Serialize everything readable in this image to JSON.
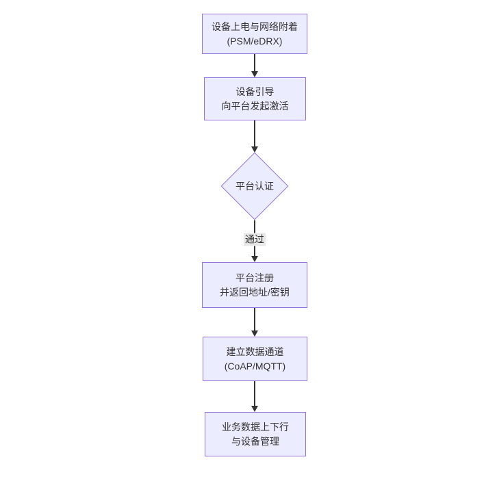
{
  "diagram": {
    "type": "flowchart-vertical",
    "nodes": [
      {
        "id": "power-network-attach",
        "lines": [
          "设备上电与网络附着",
          "(PSM/eDRX)"
        ]
      },
      {
        "id": "bootstrap-activate",
        "lines": [
          "设备引导",
          "向平台发起激活"
        ]
      },
      {
        "id": "platform-register",
        "lines": [
          "平台注册",
          "并返回地址/密钥"
        ]
      },
      {
        "id": "data-channel",
        "lines": [
          "建立数据通道",
          "(CoAP/MQTT)"
        ]
      },
      {
        "id": "business-data",
        "lines": [
          "业务数据上下行",
          "与设备管理"
        ]
      }
    ],
    "decision": {
      "id": "platform-auth",
      "label": "平台认证"
    },
    "edge_label": "通过",
    "colors": {
      "node_fill": "#ECECFF",
      "node_border": "#9370DB",
      "edge_stroke": "#333333",
      "edge_label_bg": "#e8e8e8",
      "text": "#333333",
      "background": "#ffffff"
    }
  }
}
